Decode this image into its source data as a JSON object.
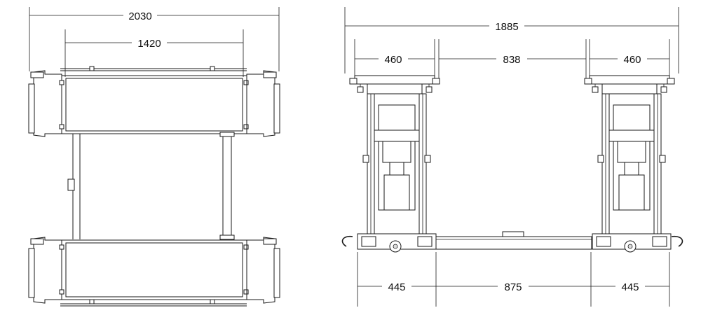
{
  "top_view": {
    "overall_width": "2030",
    "inner_width": "1420"
  },
  "side_view": {
    "overall_width": "1885",
    "left_platform": "460",
    "gap": "838",
    "right_platform": "460",
    "bottom_left": "445",
    "bottom_middle": "875",
    "bottom_right": "445"
  }
}
